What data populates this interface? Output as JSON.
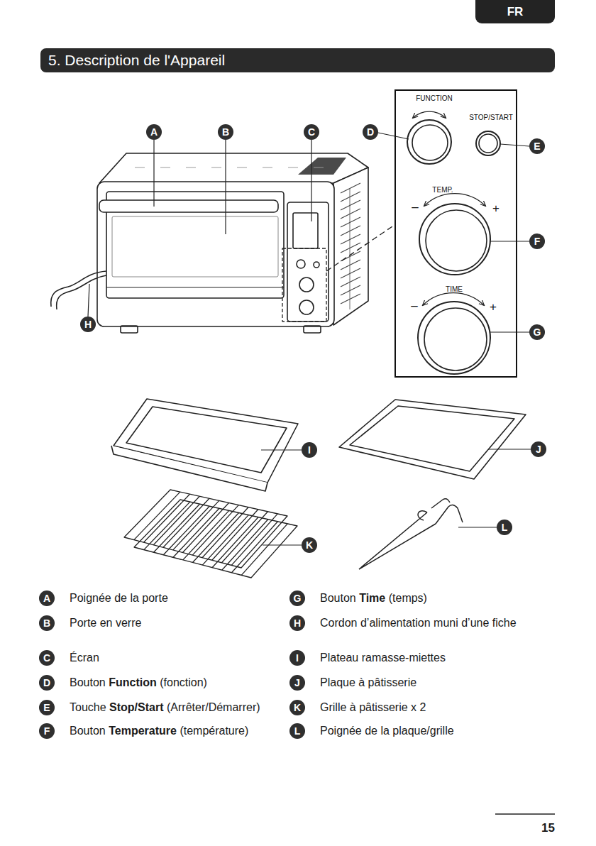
{
  "diagram": {
    "title": "5. Description de l'Appareil",
    "nodes": [
      {
        "text": [
          "FR"
        ]
      },
      {
        "text": [
          "FUNCTION",
          "STOP/START",
          "TEMP.",
          "–",
          "+",
          "TIME",
          "–",
          "+"
        ]
      },
      {
        "text": [
          "A"
        ]
      },
      {
        "text": [
          "B"
        ]
      },
      {
        "text": [
          "C"
        ]
      },
      {
        "text": [
          "D"
        ]
      },
      {
        "text": [
          "E"
        ]
      },
      {
        "text": [
          "F"
        ]
      },
      {
        "text": [
          "G"
        ]
      },
      {
        "text": [
          "H"
        ]
      },
      {
        "text": [
          "I"
        ]
      },
      {
        "text": [
          "J"
        ]
      },
      {
        "text": [
          "K"
        ]
      },
      {
        "text": [
          "L"
        ]
      },
      {
        "text": [
          "A"
        ]
      },
      {
        "text": [
          "B"
        ]
      },
      {
        "text": [
          "C"
        ]
      },
      {
        "text": [
          "D"
        ]
      },
      {
        "text": [
          "E"
        ]
      },
      {
        "text": [
          "F"
        ]
      },
      {
        "text": [
          "G"
        ]
      },
      {
        "text": [
          "H"
        ]
      },
      {
        "text": [
          "I"
        ]
      },
      {
        "text": [
          "J"
        ]
      },
      {
        "text": [
          "K"
        ]
      },
      {
        "text": [
          "L"
        ]
      }
    ],
    "labels": [
      "Poignée de la porte",
      "Porte en verre",
      "Écran",
      "Bouton",
      "Function",
      "(fonction)",
      "Touche",
      "Stop/Start",
      "(Arrêter/Démarrer)",
      "Bouton",
      "Temperature",
      "(température)",
      "Bouton",
      "Time",
      "(temps)",
      "Cordon d’alimentation muni d’une fiche",
      "Plateau ramasse-miettes",
      "Plaque à pâtisserie",
      "Grille à pâtisserie x 2",
      "Poignée de la plaque/grille",
      "15"
    ]
  }
}
